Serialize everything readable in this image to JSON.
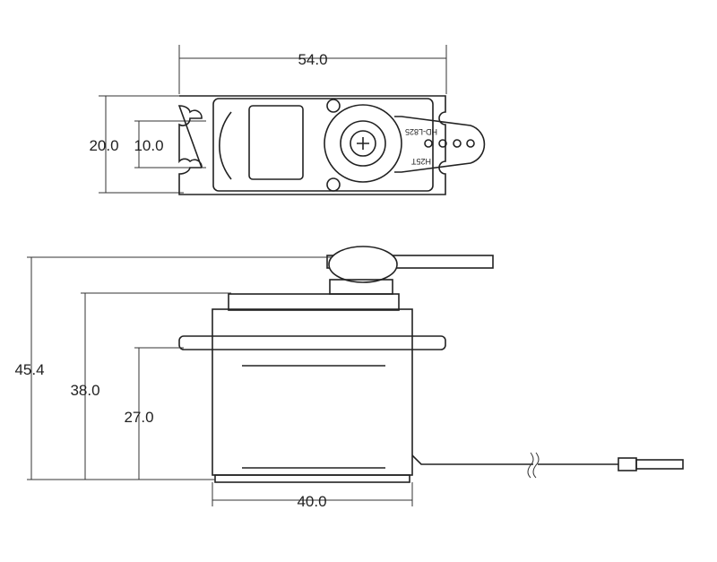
{
  "top_view": {
    "width_label": "54.0",
    "height_label": "20.0",
    "slot_label": "10.0",
    "horn_text_1": "HD-L825",
    "horn_text_2": "H25T"
  },
  "side_view": {
    "total_height_label": "45.4",
    "body_height_label": "38.0",
    "flange_height_label": "27.0",
    "body_width_label": "40.0"
  }
}
